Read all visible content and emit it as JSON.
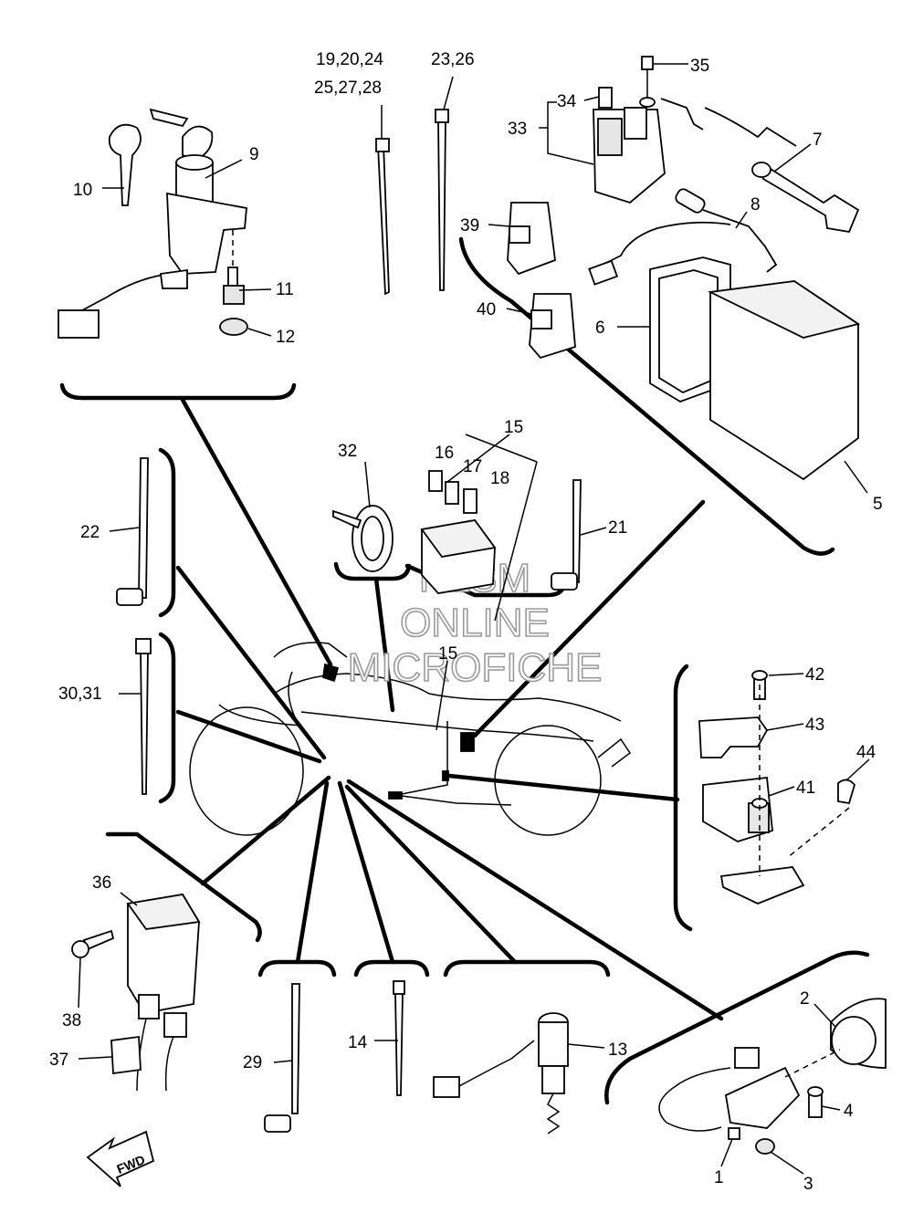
{
  "diagram": {
    "watermark": [
      "HLSM",
      "ONLINE",
      "MICROFICHE"
    ],
    "fwd_label": "FWD",
    "callouts": [
      "1",
      "2",
      "3",
      "4",
      "5",
      "6",
      "7",
      "8",
      "9",
      "10",
      "11",
      "12",
      "13",
      "14",
      "15",
      "15",
      "16",
      "17",
      "18",
      "19,20,24",
      "25,27,28",
      "21",
      "22",
      "23,26",
      "29",
      "30,31",
      "32",
      "33",
      "34",
      "35",
      "36",
      "37",
      "38",
      "39",
      "40",
      "41",
      "42",
      "43",
      "44"
    ]
  }
}
